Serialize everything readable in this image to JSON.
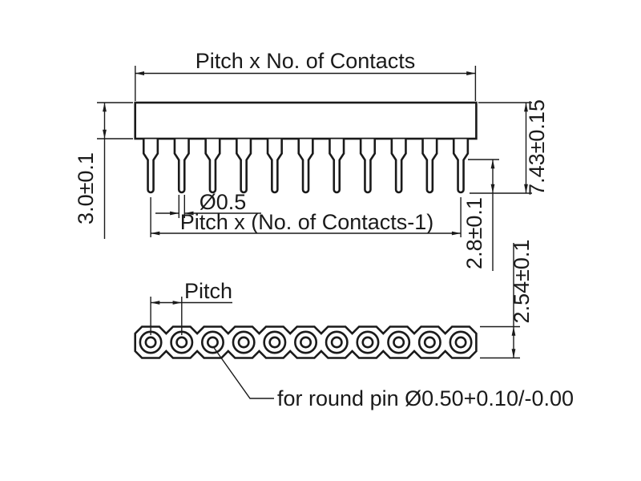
{
  "drawing": {
    "type": "technical-dimension-drawing",
    "component": "SIL socket strip with round pins",
    "colors": {
      "line": "#1a1a1a",
      "background": "#ffffff"
    },
    "top_view": {
      "contact_count": 11,
      "dim_overall_width": "Pitch x No. of Contacts",
      "dim_body_height": "3.0±0.1",
      "dim_pin_diameter": "Ø0.5",
      "dim_contact_span": "Pitch x (No. of Contacts-1)",
      "dim_overall_height": "7.43±0.15",
      "dim_pin_protrusion": "2.8±0.1"
    },
    "bottom_view": {
      "contact_count": 11,
      "dim_pitch": "Pitch",
      "dim_row_height": "2.54±0.1",
      "note_round_pin": "for round pin Ø0.50+0.10/-0.00"
    }
  }
}
